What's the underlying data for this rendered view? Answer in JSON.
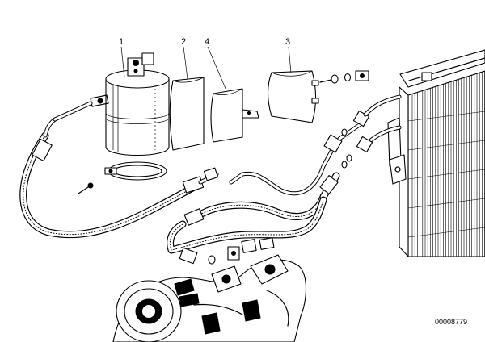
{
  "diagram": {
    "callouts": [
      {
        "id": "1",
        "label": "1"
      },
      {
        "id": "2",
        "label": "2"
      },
      {
        "id": "4",
        "label": "4"
      },
      {
        "id": "3",
        "label": "3"
      }
    ],
    "document_id": "00008779"
  }
}
